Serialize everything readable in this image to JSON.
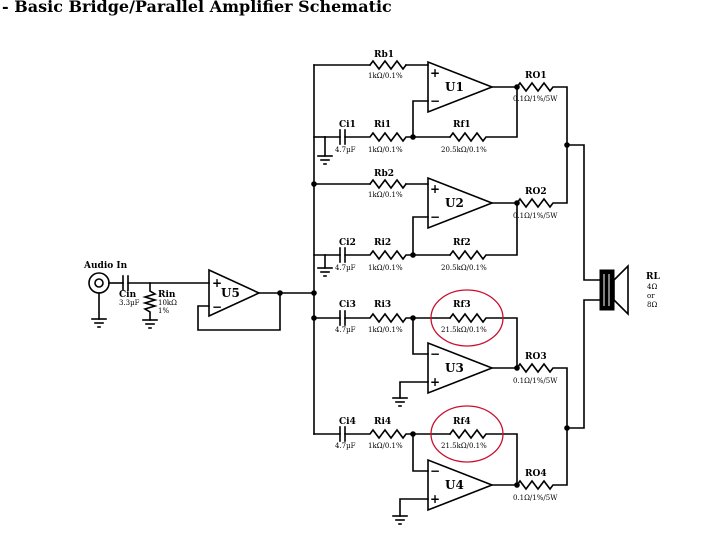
{
  "title": "- Basic Bridge/Parallel Amplifier Schematic",
  "colors": {
    "wire": "#000000",
    "highlight": "#c8102e"
  },
  "input": {
    "label": "Audio In"
  },
  "buffer": {
    "name": "U5"
  },
  "input_parts": {
    "cin": {
      "name": "Cin",
      "value": "3.3µF"
    },
    "rin": {
      "name": "Rin",
      "value": "10kΩ",
      "tolerance": "1%"
    }
  },
  "amplifiers": [
    {
      "name": "U1",
      "rb": "Rb1",
      "rb_value": "1kΩ/0.1%",
      "ci": "Ci1",
      "ci_value": "4.7µF",
      "ri": "Ri1",
      "ri_value": "1kΩ/0.1%",
      "rf": "Rf1",
      "rf_value": "20.5kΩ/0.1%",
      "ro": "RO1",
      "ro_value": "0.1Ω/1%/5W"
    },
    {
      "name": "U2",
      "rb": "Rb2",
      "rb_value": "1kΩ/0.1%",
      "ci": "Ci2",
      "ci_value": "4.7µF",
      "ri": "Ri2",
      "ri_value": "1kΩ/0.1%",
      "rf": "Rf2",
      "rf_value": "20.5kΩ/0.1%",
      "ro": "RO2",
      "ro_value": "0.1Ω/1%/5W"
    },
    {
      "name": "U3",
      "ci": "Ci3",
      "ci_value": "4.7µF",
      "ri": "Ri3",
      "ri_value": "1kΩ/0.1%",
      "rf": "Rf3",
      "rf_value": "21.5kΩ/0.1%",
      "ro": "RO3",
      "ro_value": "0.1Ω/1%/5W"
    },
    {
      "name": "U4",
      "ci": "Ci4",
      "ci_value": "4.7µF",
      "ri": "Ri4",
      "ri_value": "1kΩ/0.1%",
      "rf": "Rf4",
      "rf_value": "21.5kΩ/0.1%",
      "ro": "RO4",
      "ro_value": "0.1Ω/1%/5W"
    }
  ],
  "load": {
    "name": "RL",
    "value_a": "4Ω",
    "value_or": "or",
    "value_b": "8Ω"
  },
  "icons": {
    "speaker": "speaker-icon",
    "ground": "ground-icon",
    "highlight": "highlight-circle-icon"
  }
}
